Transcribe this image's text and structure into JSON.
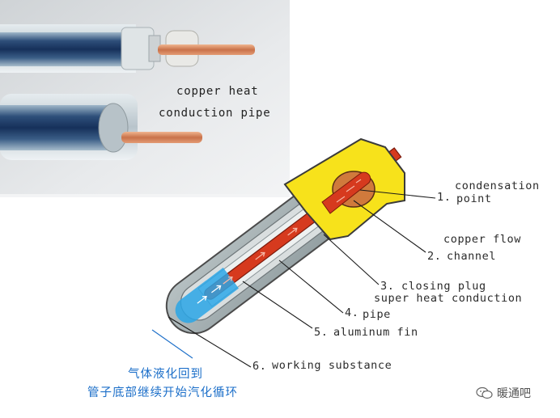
{
  "photo": {
    "caption_line1": "copper heat",
    "caption_line2": "conduction pipe"
  },
  "callouts": [
    {
      "num": "1.",
      "line1": "condensation",
      "line2": "point"
    },
    {
      "num": "2.",
      "line1": "copper flow",
      "line2": "channel"
    },
    {
      "num": "3.",
      "line1": "closing plug",
      "line2": ""
    },
    {
      "num": "4.",
      "line1": "super heat conduction",
      "line2": "pipe"
    },
    {
      "num": "5.",
      "line1": "aluminum fin",
      "line2": ""
    },
    {
      "num": "6.",
      "line1": "working substance",
      "line2": ""
    }
  ],
  "chinese_note": {
    "line1": "气体液化回到",
    "line2": "管子底部继续开始汽化循环"
  },
  "watermark": {
    "icon": "wechat-icon",
    "text": "暖通吧"
  },
  "colors": {
    "cap_yellow": "#f7e21b",
    "copper": "#d07a3c",
    "heat_pipe_red": "#d63a1e",
    "plug_orange": "#f2a21a",
    "tube_gray": "#9aa6a8",
    "liquid_blue": "#2aa6e6",
    "chinese_text": "#1c6fc9"
  }
}
